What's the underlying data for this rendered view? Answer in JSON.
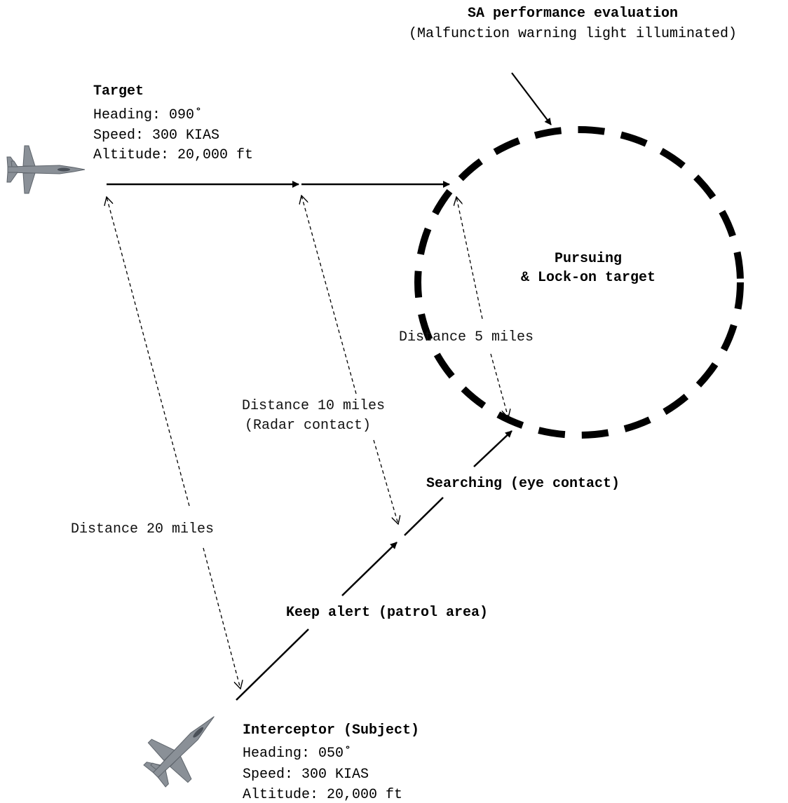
{
  "header": {
    "title": "SA performance evaluation",
    "subtitle": "(Malfunction warning light illuminated)"
  },
  "target": {
    "title": "Target",
    "heading": "Heading: 090˚",
    "speed": "Speed: 300 KIAS",
    "altitude": "Altitude: 20,000 ft",
    "icon": "jet-aircraft-icon"
  },
  "interceptor": {
    "title": "Interceptor (Subject)",
    "heading": "Heading: 050˚",
    "speed": "Speed: 300 KIAS",
    "altitude": "Altitude: 20,000 ft",
    "icon": "jet-aircraft-icon"
  },
  "phases": {
    "pursuing": "Pursuing",
    "lockon": "& Lock-on target",
    "searching": "Searching (eye contact)",
    "alert": "Keep alert (patrol area)"
  },
  "distances": {
    "d20": "Distance 20 miles",
    "d10": "Distance 10 miles",
    "d10_note": "(Radar contact)",
    "d5": "Distance 5 miles"
  },
  "colors": {
    "ink": "#000000",
    "aircraft": "#8a9097"
  }
}
